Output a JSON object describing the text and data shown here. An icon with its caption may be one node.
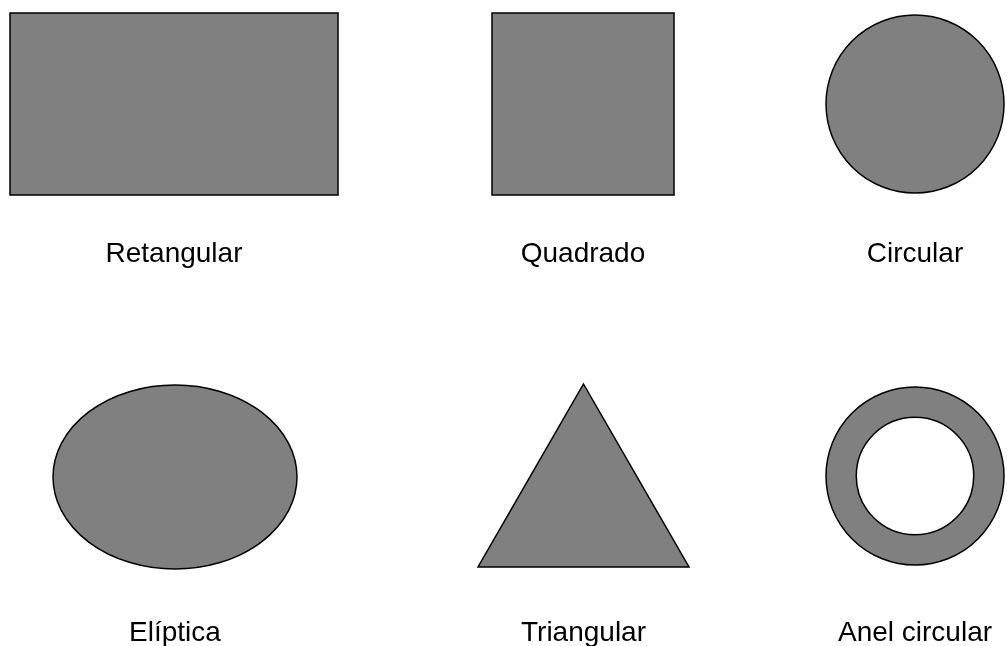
{
  "diagram": {
    "nodes": [
      {
        "text": [],
        "shape": "box",
        "beside": [
          "Retangular"
        ]
      },
      {
        "text": [],
        "shape": "box",
        "beside": [
          "Quadrado"
        ]
      },
      {
        "text": [],
        "shape": "circle",
        "beside": [
          "Circular"
        ]
      },
      {
        "text": [],
        "shape": "ellipse",
        "beside": [
          "Elíptica"
        ]
      },
      {
        "text": [],
        "shape": "triangle",
        "beside": [
          "Triangular"
        ]
      },
      {
        "text": [],
        "shape": "ring",
        "beside": [
          "Anel circular"
        ]
      }
    ]
  }
}
